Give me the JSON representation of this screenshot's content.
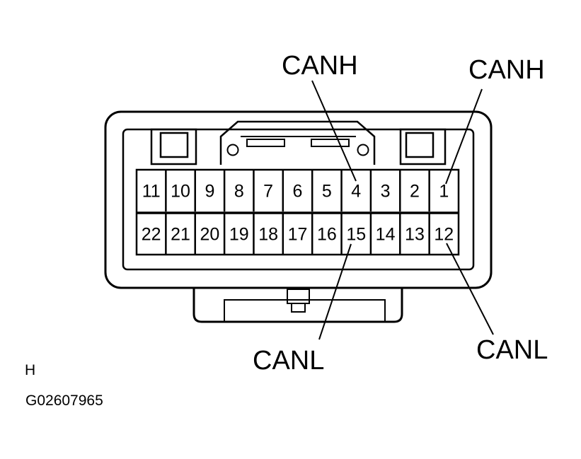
{
  "diagram": {
    "top_row_pins": [
      "11",
      "10",
      "9",
      "8",
      "7",
      "6",
      "5",
      "4",
      "3",
      "2",
      "1"
    ],
    "bottom_row_pins": [
      "22",
      "21",
      "20",
      "19",
      "18",
      "17",
      "16",
      "15",
      "14",
      "13",
      "12"
    ],
    "callouts": {
      "pin4_label": "CANH",
      "pin1_label": "CANH",
      "pin15_label": "CANL",
      "pin12_label": "CANL"
    },
    "view_letter": "H",
    "figure_code": "G02607965",
    "colors": {
      "ink": "#000000",
      "paper": "#ffffff"
    }
  }
}
